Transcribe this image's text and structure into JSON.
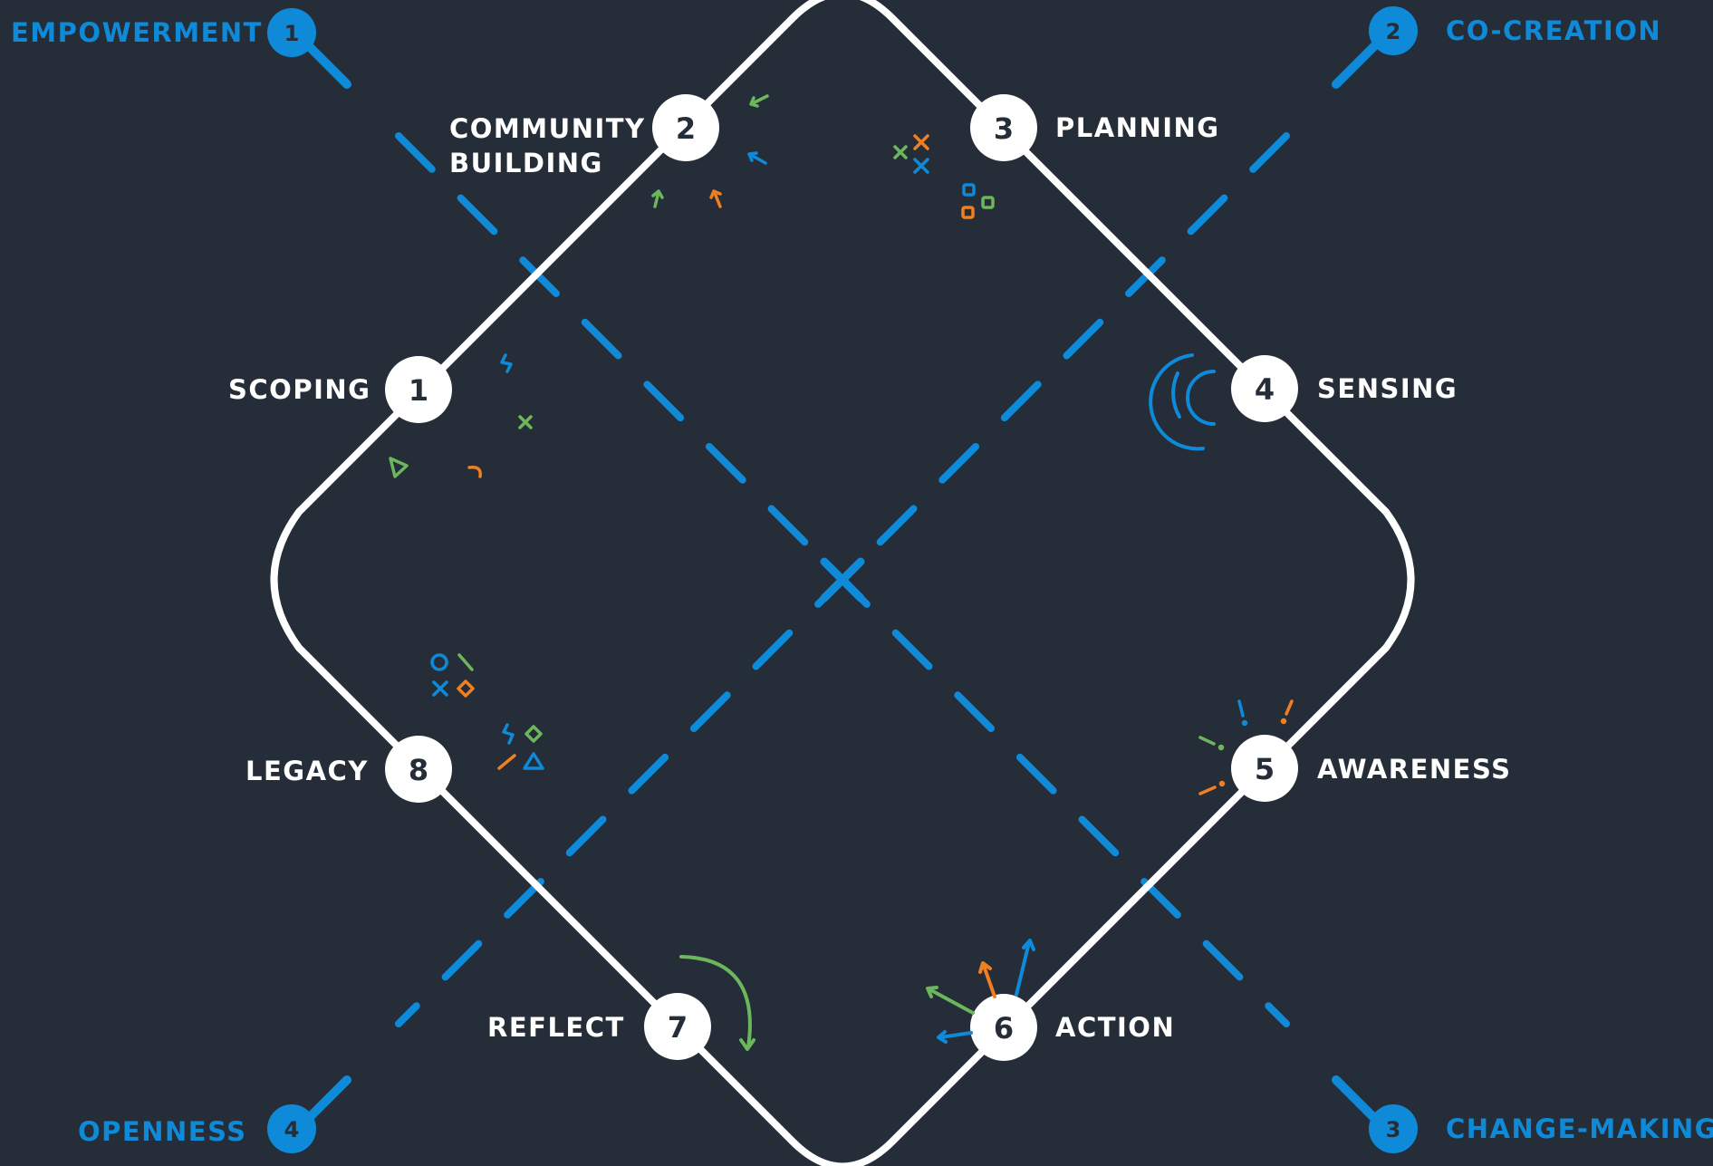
{
  "colors": {
    "background": "#252d38",
    "ring": "#ffffff",
    "blue": "#0e8ad8",
    "green": "#6cb75b",
    "orange": "#ee7f22",
    "node_text": "#252d38",
    "label_text": "#ffffff"
  },
  "steps": [
    {
      "number": "1",
      "label": "SCOPING"
    },
    {
      "number": "2",
      "label": "COMMUNITY",
      "label2": "BUILDING"
    },
    {
      "number": "3",
      "label": "PLANNING"
    },
    {
      "number": "4",
      "label": "SENSING"
    },
    {
      "number": "5",
      "label": "AWARENESS"
    },
    {
      "number": "6",
      "label": "ACTION"
    },
    {
      "number": "7",
      "label": "REFLECT"
    },
    {
      "number": "8",
      "label": "LEGACY"
    }
  ],
  "principles": [
    {
      "number": "1",
      "label": "EMPOWERMENT"
    },
    {
      "number": "2",
      "label": "CO-CREATION"
    },
    {
      "number": "3",
      "label": "CHANGE-MAKING"
    },
    {
      "number": "4",
      "label": "OPENNESS"
    }
  ],
  "decorations": {
    "step1": [
      "squiggle-icon",
      "cross-icon",
      "triangle-icon",
      "arc-icon"
    ],
    "step2": [
      "arrow-icon",
      "arrow-icon",
      "arrow-icon",
      "arrow-icon"
    ],
    "step3": [
      "cross-icon",
      "cross-icon",
      "cross-icon",
      "square-icon",
      "square-icon",
      "square-icon"
    ],
    "step4": [
      "signal-waves-icon"
    ],
    "step5": [
      "spark-lines-icon"
    ],
    "step6": [
      "multi-arrow-icon"
    ],
    "step7": [
      "curved-arrow-icon"
    ],
    "step8": [
      "circle-icon",
      "line-icon",
      "cross-icon",
      "diamond-icon",
      "squiggle-icon",
      "diamond-icon",
      "line-icon",
      "triangle-icon"
    ]
  }
}
